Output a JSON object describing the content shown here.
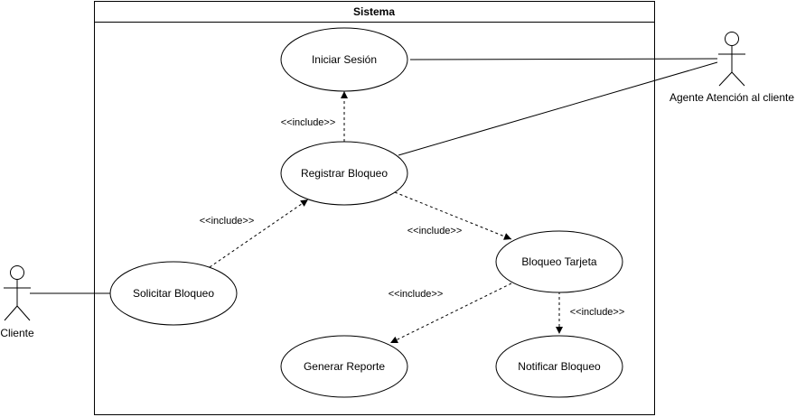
{
  "diagram": {
    "system_title": "Sistema",
    "stroke_color": "#000000",
    "background_color": "#ffffff",
    "actors": [
      {
        "id": "agent",
        "label": "Agente Atención al cliente"
      },
      {
        "id": "client",
        "label": "Cliente"
      }
    ],
    "use_cases": [
      {
        "id": "login",
        "label": "Iniciar Sesión"
      },
      {
        "id": "register",
        "label": "Registrar Bloqueo"
      },
      {
        "id": "block_card",
        "label": "Bloqueo Tarjeta"
      },
      {
        "id": "request",
        "label": "Solicitar Bloqueo"
      },
      {
        "id": "report",
        "label": "Generar Reporte"
      },
      {
        "id": "notify",
        "label": "Notificar Bloqueo"
      }
    ],
    "associations": [
      {
        "actor": "agent",
        "use_case": "login"
      },
      {
        "actor": "agent",
        "use_case": "register"
      },
      {
        "actor": "client",
        "use_case": "request"
      }
    ],
    "includes": [
      {
        "from": "register",
        "to": "login",
        "label": "<<include>>"
      },
      {
        "from": "request",
        "to": "register",
        "label": "<<include>>"
      },
      {
        "from": "register",
        "to": "block_card",
        "label": "<<include>>"
      },
      {
        "from": "block_card",
        "to": "report",
        "label": "<<include>>"
      },
      {
        "from": "block_card",
        "to": "notify",
        "label": "<<include>>"
      }
    ]
  }
}
